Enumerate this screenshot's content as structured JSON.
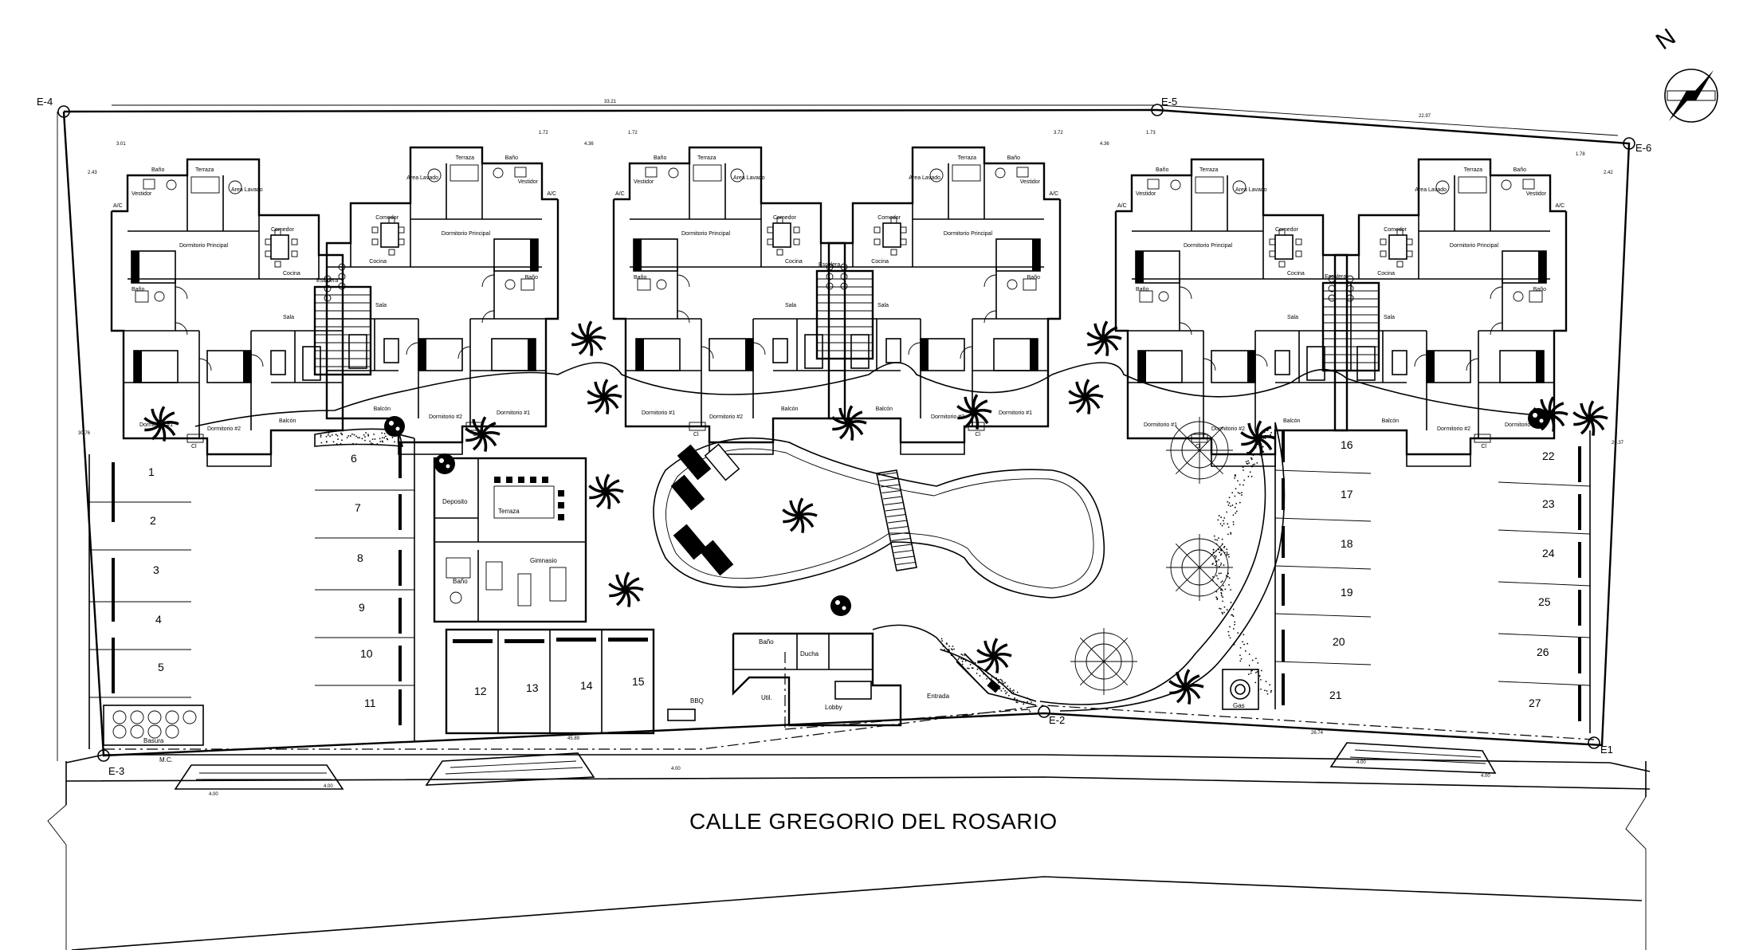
{
  "street_name": "CALLE GREGORIO DEL ROSARIO",
  "north_label": "N",
  "nodes": [
    "E-4",
    "E-5",
    "E-6",
    "E-3",
    "E-2",
    "E1"
  ],
  "dimensions": {
    "top_left": "33.21",
    "top_right": "22.97",
    "setback_left": "2.43",
    "setback_right": "2.42",
    "gap_a": "4.36",
    "gap_b": "4.36",
    "v1": "1.72",
    "v2": "1.72",
    "v3": "3.72",
    "v4": "1.73",
    "v5": "1.78",
    "v6": "3.01",
    "side_left": "30.76",
    "side_right": "29.37",
    "bottom_left": "45.89",
    "bottom_right": "26.74",
    "d1": "4.00",
    "d2": "4.00",
    "d3": "4.00",
    "d4": "4.00",
    "d5": "4.00"
  },
  "room_labels": {
    "terraza": "Terraza",
    "bano": "Baño",
    "vestidor": "Vestidor",
    "ac": "A/C",
    "comedor": "Comedor",
    "cocina": "Cocina",
    "dorm_principal": "Dormitorio Principal",
    "area_lavado": "Area Lavado",
    "escalera": "Escalera",
    "sala": "Sala",
    "dorm1": "Dormitorio #1",
    "dorm2": "Dormitorio #2",
    "balcon": "Balcón",
    "cl": "Cl"
  },
  "amenities": {
    "deposito": "Deposito",
    "terraza": "Terraza",
    "gimnasio": "Gimnasio",
    "bano": "Baño",
    "ducha": "Ducha",
    "lobby": "Lobby",
    "util": "Util.",
    "entrada": "Entrada",
    "bbq": "BBQ",
    "gas": "Gas",
    "basura": "Basura",
    "mc": "M.C."
  },
  "parking_spaces": [
    "1",
    "2",
    "3",
    "4",
    "5",
    "6",
    "7",
    "8",
    "9",
    "10",
    "11",
    "12",
    "13",
    "14",
    "15",
    "16",
    "17",
    "18",
    "19",
    "20",
    "21",
    "22",
    "23",
    "24",
    "25",
    "26",
    "27"
  ]
}
